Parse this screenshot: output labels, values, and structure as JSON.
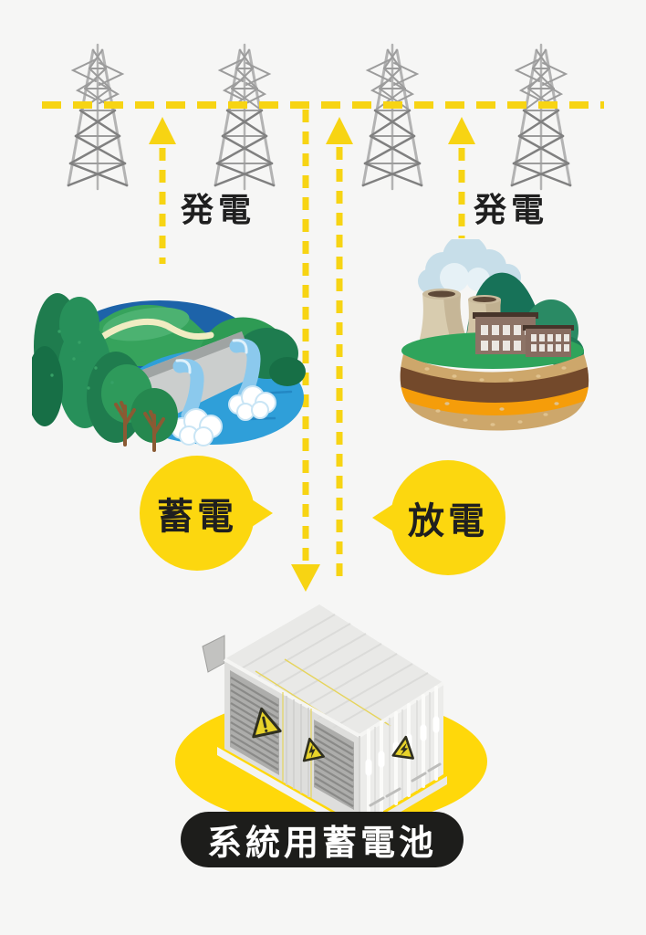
{
  "colors": {
    "background": "#F6F6F5",
    "accent_yellow": "#F7D413",
    "bubble_yellow": "#FCD70F",
    "blob_yellow": "#FFD80A",
    "label_text": "#1F1F1F",
    "pill_background": "#1D1D1B",
    "pill_text": "#FFFFFF"
  },
  "labels": {
    "generation_left": "発電",
    "generation_right": "発電",
    "charge_bubble": "蓄電",
    "discharge_bubble": "放電",
    "battery_pill": "系統用蓄電池"
  },
  "icons": {
    "towers": "transmission-tower-icon",
    "power_line": "power-line-dashed",
    "hydro": "hydro-dam-illustration",
    "thermal": "geothermal-plant-illustration",
    "battery": "grid-battery-container-illustration"
  }
}
